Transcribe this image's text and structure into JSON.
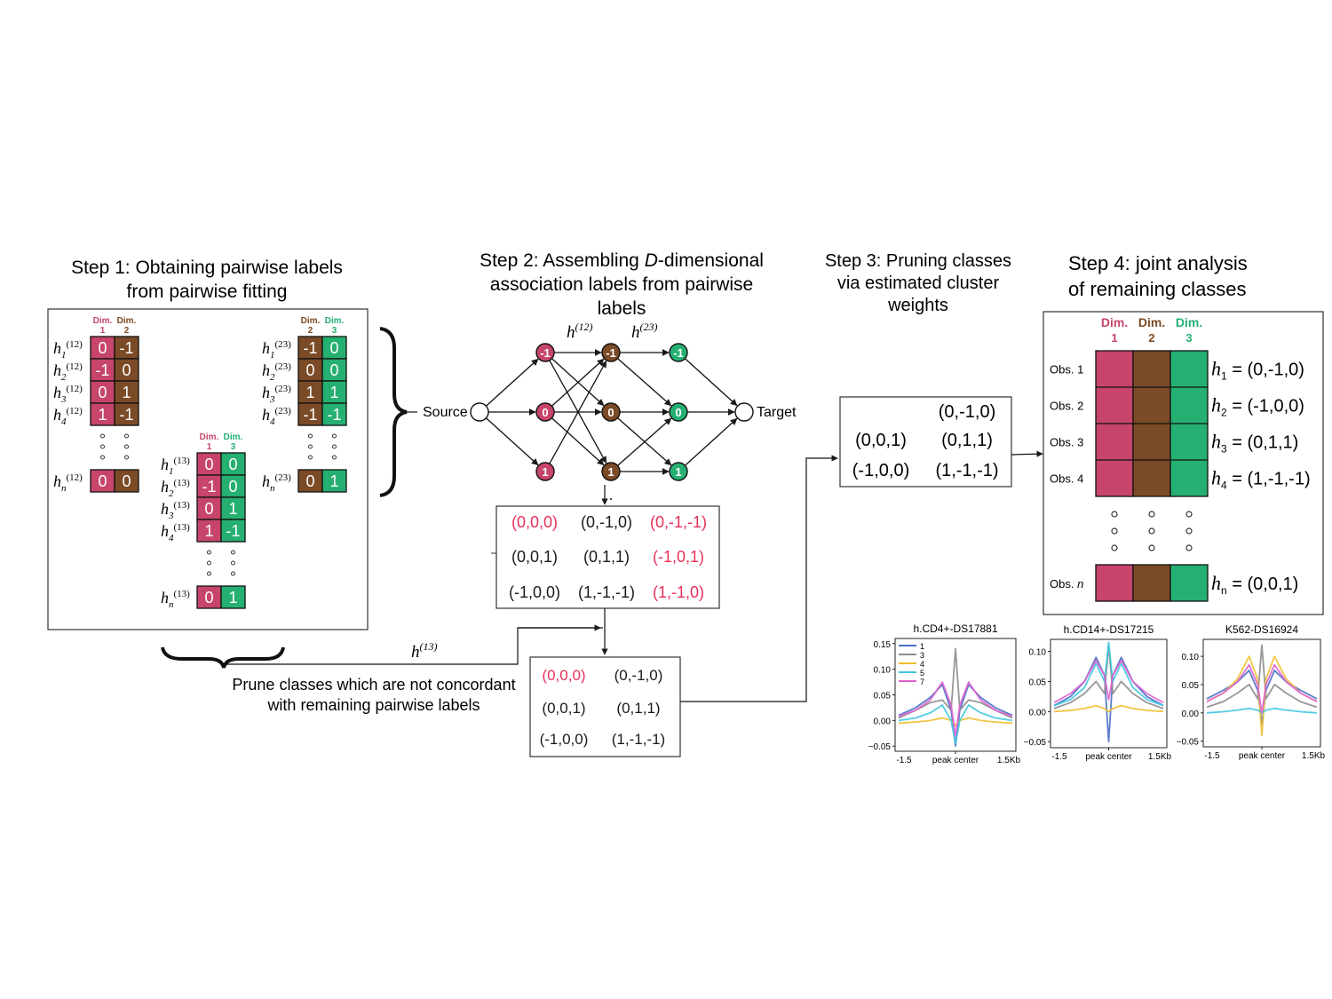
{
  "colors": {
    "dim1": "#c7456a",
    "dim2": "#7b4a26",
    "dim3": "#25b072",
    "highlight": "#e8305a",
    "dim1_label": "#c7456a",
    "dim2_label": "#7b4a26",
    "dim3_label": "#25b072"
  },
  "step1": {
    "title_line1": "Step 1: Obtaining pairwise labels",
    "title_line2": "from pairwise fitting",
    "dim_word": "Dim.",
    "blocks": [
      {
        "id": "12",
        "dims": [
          "1",
          "2"
        ],
        "rows": [
          [
            "0",
            "-1"
          ],
          [
            "-1",
            "0"
          ],
          [
            "0",
            "1"
          ],
          [
            "1",
            "-1"
          ]
        ],
        "last_row": [
          "0",
          "0"
        ],
        "labels": [
          "h1(12)",
          "h2(12)",
          "h3(12)",
          "h4(12)"
        ],
        "last_label": "hn(12)"
      },
      {
        "id": "23",
        "dims": [
          "2",
          "3"
        ],
        "rows": [
          [
            "-1",
            "0"
          ],
          [
            "0",
            "0"
          ],
          [
            "1",
            "1"
          ],
          [
            "-1",
            "-1"
          ]
        ],
        "last_row": [
          "0",
          "1"
        ],
        "labels": [
          "h1(23)",
          "h2(23)",
          "h3(23)",
          "h4(23)"
        ],
        "last_label": "hn(23)"
      },
      {
        "id": "13",
        "dims": [
          "1",
          "3"
        ],
        "rows": [
          [
            "0",
            "0"
          ],
          [
            "-1",
            "0"
          ],
          [
            "0",
            "1"
          ],
          [
            "1",
            "-1"
          ]
        ],
        "last_row": [
          "0",
          "1"
        ],
        "labels": [
          "h1(13)",
          "h2(13)",
          "h3(13)",
          "h4(13)"
        ],
        "last_label": "hn(13)"
      }
    ]
  },
  "step2": {
    "title_line1": "Step 2: Assembling ",
    "title_italic": "D",
    "title_line1_rest": "-dimensional",
    "title_line2": "association labels from pairwise",
    "title_line3": "labels",
    "source_label": "Source",
    "target_label": "Target",
    "h12_label": "h(12)",
    "h23_label": "h(23)",
    "h13_label": "h(13)",
    "node_values": [
      "-1",
      "0",
      "1"
    ],
    "candidates": [
      {
        "text": "(0,0,0)",
        "pruned": true
      },
      {
        "text": "(0,-1,0)",
        "pruned": false
      },
      {
        "text": "(0,-1,-1)",
        "pruned": true
      },
      {
        "text": "(0,0,1)",
        "pruned": false
      },
      {
        "text": "(0,1,1)",
        "pruned": false
      },
      {
        "text": "(-1,0,1)",
        "pruned": true
      },
      {
        "text": "(-1,0,0)",
        "pruned": false
      },
      {
        "text": "(1,-1,-1)",
        "pruned": false
      },
      {
        "text": "(1,-1,0)",
        "pruned": true
      }
    ],
    "remaining": [
      {
        "text": "(0,0,0)",
        "pruned": true
      },
      {
        "text": "(0,-1,0)",
        "pruned": false
      },
      {
        "text": "(0,0,1)",
        "pruned": false
      },
      {
        "text": "(0,1,1)",
        "pruned": false
      },
      {
        "text": "(-1,0,0)",
        "pruned": false
      },
      {
        "text": "(1,-1,-1)",
        "pruned": false
      }
    ],
    "prune_line1": "Prune classes which are not concordant",
    "prune_line2": "with remaining pairwise labels"
  },
  "step3": {
    "title_line1": "Step 3: Pruning classes",
    "title_line2": "via estimated cluster",
    "title_line3": "weights",
    "classes": [
      "(0,-1,0)",
      "(0,0,1)",
      "(0,1,1)",
      "(-1,0,0)",
      "(1,-1,-1)"
    ]
  },
  "step4": {
    "title_line1": "Step 4: joint analysis",
    "title_line2": "of remaining classes",
    "dim_word": "Dim.",
    "dims": [
      "1",
      "2",
      "3"
    ],
    "obs": [
      {
        "label": "Obs. 1",
        "h": "h1",
        "value": " = (0,-1,0)"
      },
      {
        "label": "Obs. 2",
        "h": "h2",
        "value": " = (-1,0,0)"
      },
      {
        "label": "Obs. 3",
        "h": "h3",
        "value": " = (0,1,1)"
      },
      {
        "label": "Obs. 4",
        "h": "h4",
        "value": " = (1,-1,-1)"
      }
    ],
    "last_obs": {
      "label": "Obs. n",
      "h": "hn",
      "value": " = (0,0,1)"
    }
  },
  "chart_data": [
    {
      "type": "line",
      "title": "h.CD4+-DS17881",
      "x_tick_labels": [
        "-1.5",
        "peak center",
        "1.5Kb"
      ],
      "y_ticks": [
        0.15,
        0.1,
        0.05,
        0.0,
        -0.05
      ],
      "ylim": [
        -0.06,
        0.16
      ],
      "legend": [
        "1",
        "3",
        "4",
        "5",
        "7"
      ],
      "legend_colors": [
        "#4a6fc4",
        "#8c8c8c",
        "#f0c030",
        "#40c8e0",
        "#e060d0"
      ],
      "series": [
        {
          "name": "1",
          "values": [
            0.01,
            0.025,
            0.045,
            0.07,
            0.02,
            -0.05,
            0.02,
            0.07,
            0.045,
            0.025,
            0.01
          ]
        },
        {
          "name": "3",
          "values": [
            0.005,
            0.02,
            0.035,
            0.04,
            0.02,
            0.14,
            0.02,
            0.04,
            0.035,
            0.02,
            0.005
          ]
        },
        {
          "name": "4",
          "values": [
            -0.005,
            -0.003,
            0.0,
            0.005,
            0.0,
            -0.01,
            0.0,
            0.005,
            0.0,
            -0.003,
            -0.005
          ]
        },
        {
          "name": "5",
          "values": [
            0.0,
            0.005,
            0.015,
            0.03,
            0.0,
            -0.045,
            0.0,
            0.03,
            0.015,
            0.005,
            0.0
          ]
        },
        {
          "name": "7",
          "values": [
            0.008,
            0.02,
            0.04,
            0.075,
            0.03,
            -0.03,
            0.03,
            0.075,
            0.04,
            0.02,
            0.008
          ]
        }
      ]
    },
    {
      "type": "line",
      "title": "h.CD14+-DS17215",
      "x_tick_labels": [
        "-1.5",
        "peak center",
        "1.5Kb"
      ],
      "y_ticks": [
        0.1,
        0.05,
        0.0,
        -0.05
      ],
      "ylim": [
        -0.06,
        0.12
      ],
      "series": [
        {
          "name": "1",
          "values": [
            0.01,
            0.025,
            0.05,
            0.09,
            0.06,
            -0.05,
            0.06,
            0.09,
            0.05,
            0.025,
            0.01
          ]
        },
        {
          "name": "3",
          "values": [
            0.005,
            0.015,
            0.03,
            0.05,
            0.03,
            0.11,
            0.03,
            0.05,
            0.03,
            0.015,
            0.005
          ]
        },
        {
          "name": "4",
          "values": [
            0.0,
            0.002,
            0.005,
            0.01,
            0.005,
            0.0,
            0.005,
            0.01,
            0.005,
            0.002,
            0.0
          ]
        },
        {
          "name": "5",
          "values": [
            0.01,
            0.02,
            0.04,
            0.08,
            0.05,
            0.115,
            0.05,
            0.08,
            0.04,
            0.02,
            0.01
          ]
        },
        {
          "name": "7",
          "values": [
            0.015,
            0.03,
            0.05,
            0.085,
            0.06,
            0.02,
            0.06,
            0.085,
            0.05,
            0.03,
            0.015
          ]
        }
      ]
    },
    {
      "type": "line",
      "title": "K562-DS16924",
      "x_tick_labels": [
        "-1.5",
        "peak center",
        "1.5Kb"
      ],
      "y_ticks": [
        0.1,
        0.05,
        0.0,
        -0.05
      ],
      "ylim": [
        -0.06,
        0.13
      ],
      "series": [
        {
          "name": "1",
          "values": [
            0.025,
            0.04,
            0.055,
            0.075,
            0.04,
            -0.02,
            0.04,
            0.075,
            0.055,
            0.04,
            0.025
          ]
        },
        {
          "name": "3",
          "values": [
            0.01,
            0.02,
            0.035,
            0.05,
            0.025,
            0.12,
            0.025,
            0.05,
            0.035,
            0.02,
            0.01
          ]
        },
        {
          "name": "4",
          "values": [
            0.02,
            0.035,
            0.06,
            0.1,
            0.06,
            -0.04,
            0.06,
            0.1,
            0.06,
            0.035,
            0.02
          ]
        },
        {
          "name": "5",
          "values": [
            0.0,
            0.002,
            0.005,
            0.008,
            0.005,
            0.0,
            0.005,
            0.008,
            0.005,
            0.002,
            0.0
          ]
        },
        {
          "name": "7",
          "values": [
            0.02,
            0.035,
            0.055,
            0.085,
            0.05,
            0.0,
            0.05,
            0.085,
            0.055,
            0.035,
            0.02
          ]
        }
      ]
    }
  ]
}
